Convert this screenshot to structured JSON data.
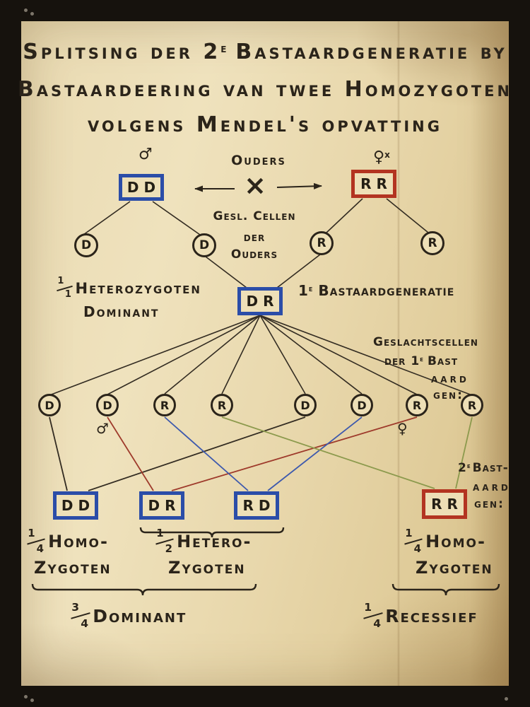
{
  "colors": {
    "paper": "#ebdcb4",
    "frame": "#16120d",
    "ink": "#2b241a",
    "box_blue": "#2b4da8",
    "box_red": "#b33421",
    "cross_dd_color": "#332c22",
    "cross_dr_color": "#9e3a2b",
    "cross_rd_color": "#3d59ad",
    "cross_rr_color": "#8c9a4d"
  },
  "title": {
    "line1_pre": "Splitsing der 2",
    "line1_sup": "e",
    "line1_post": "Bastaardgeneratie by",
    "line2": "Bastaardeering van twee Homozygoten",
    "line3": "volgens Mendel's opvatting"
  },
  "parents": {
    "label": "Ouders",
    "male_symbol": "♂",
    "female_symbol": "♀",
    "female_mark": "x",
    "cross_symbol": "×",
    "father_genotype": "DD",
    "mother_genotype": "RR"
  },
  "parent_gametes": {
    "caption_line1": "Gesl. Cellen",
    "caption_line2": "der",
    "caption_line3": "Ouders",
    "items": [
      "D",
      "D",
      "R",
      "R"
    ]
  },
  "f1": {
    "fraction_num": "1",
    "fraction_den": "1",
    "label": "Heterozygoten",
    "sublabel": "Dominant",
    "genotype": "DR",
    "gen_pre": "1",
    "gen_sup": "e",
    "gen_post": "Bastaardgeneratie"
  },
  "f1_gametes": {
    "caption_line1": "Geslachtscellen",
    "caption_line2_pre": "der 1",
    "caption_line2_sup": "e",
    "caption_line2_post": "Bast",
    "caption_line3": "aard",
    "caption_line4": "gen:",
    "male_symbol": "♂",
    "female_symbol": "♀",
    "items": [
      "D",
      "D",
      "R",
      "R",
      "D",
      "D",
      "R",
      "R"
    ]
  },
  "f2": {
    "label_pre": "2",
    "label_sup": "e",
    "label_post": "Bast-",
    "label_line2": "aard",
    "label_line3": "gen:",
    "genotypes": [
      "DD",
      "DR",
      "RD",
      "RR"
    ]
  },
  "results": {
    "homo_dominant": {
      "num": "1",
      "den": "4",
      "line1": "Homo-",
      "line2": "Zygoten"
    },
    "hetero": {
      "num": "1",
      "den": "2",
      "line1": "Hetero-",
      "line2": "Zygoten"
    },
    "homo_recessive": {
      "num": "1",
      "den": "4",
      "line1": "Homo-",
      "line2": "Zygoten"
    },
    "dominant_total": {
      "num": "3",
      "den": "4",
      "label": "Dominant"
    },
    "recessive_total": {
      "num": "1",
      "den": "4",
      "label": "Recessief"
    }
  }
}
